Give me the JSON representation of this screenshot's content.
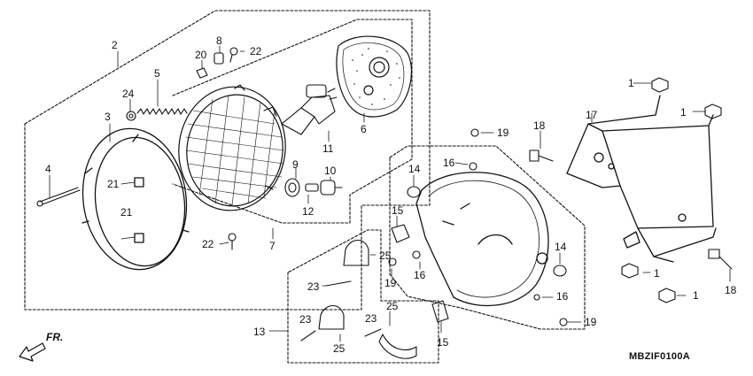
{
  "diagram": {
    "direction_label": "FR.",
    "diagram_code": "MBZIF0100A",
    "callouts": {
      "p1a": "1",
      "p1b": "1",
      "p1c": "1",
      "p1d": "1",
      "p2": "2",
      "p3": "3",
      "p4": "4",
      "p5": "5",
      "p6": "6",
      "p7": "7",
      "p8": "8",
      "p9": "9",
      "p10": "10",
      "p11": "11",
      "p12": "12",
      "p13": "13",
      "p14a": "14",
      "p14b": "14",
      "p15a": "15",
      "p15b": "15",
      "p16a": "16",
      "p16b": "16",
      "p16c": "16",
      "p17": "17",
      "p18a": "18",
      "p18b": "18",
      "p19a": "19",
      "p19b": "19",
      "p19c": "19",
      "p20": "20",
      "p21a": "21",
      "p21b": "21",
      "p22a": "22",
      "p22b": "22",
      "p23a": "23",
      "p23b": "23",
      "p23c": "23",
      "p24": "24",
      "p25a": "25",
      "p25b": "25",
      "p25c": "25"
    }
  }
}
